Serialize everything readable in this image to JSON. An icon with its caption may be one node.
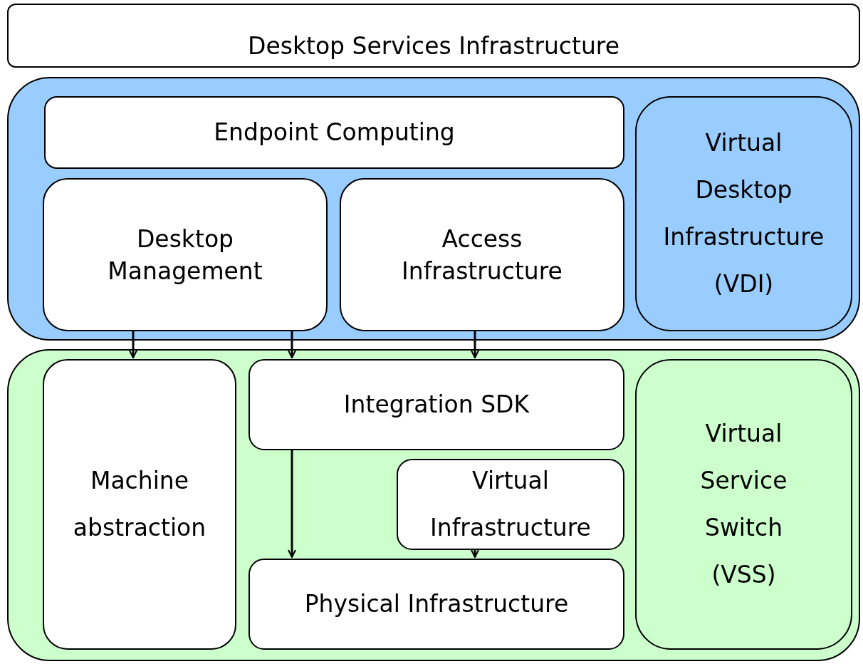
{
  "diagram": {
    "nodes": [
      {
        "text": [
          "Desktop Services Infrastructure"
        ]
      },
      {
        "text": [],
        "shape": "box"
      },
      {
        "text": [
          "Endpoint Computing"
        ],
        "in": 1
      },
      {
        "text": [
          "Desktop Management"
        ],
        "in": 1
      },
      {
        "text": [
          "Access Infrastructure"
        ],
        "in": 1
      },
      {
        "text": [
          "Virtual Desktop Infrastructure (VDI)"
        ],
        "in": 1
      },
      {
        "text": [],
        "shape": "box"
      },
      {
        "text": [
          "Machine abstraction"
        ],
        "in": 6
      },
      {
        "text": [
          "Integration SDK"
        ],
        "in": 6
      },
      {
        "text": [
          "Virtual Infrastructure"
        ],
        "in": 6
      },
      {
        "text": [
          "Physical Infrastructure"
        ],
        "in": 6
      },
      {
        "text": [
          "Virtual Service Switch (VSS)"
        ],
        "in": 6
      }
    ],
    "edges": [
      {
        "from": 3,
        "to": 7,
        "arrow": "to"
      },
      {
        "from": 3,
        "to": 8,
        "arrow": "to"
      },
      {
        "from": 4,
        "to": 8,
        "arrow": "to"
      },
      {
        "from": 8,
        "to": 10,
        "arrow": "to"
      },
      {
        "from": 9,
        "to": 10,
        "arrow": "to"
      }
    ]
  }
}
